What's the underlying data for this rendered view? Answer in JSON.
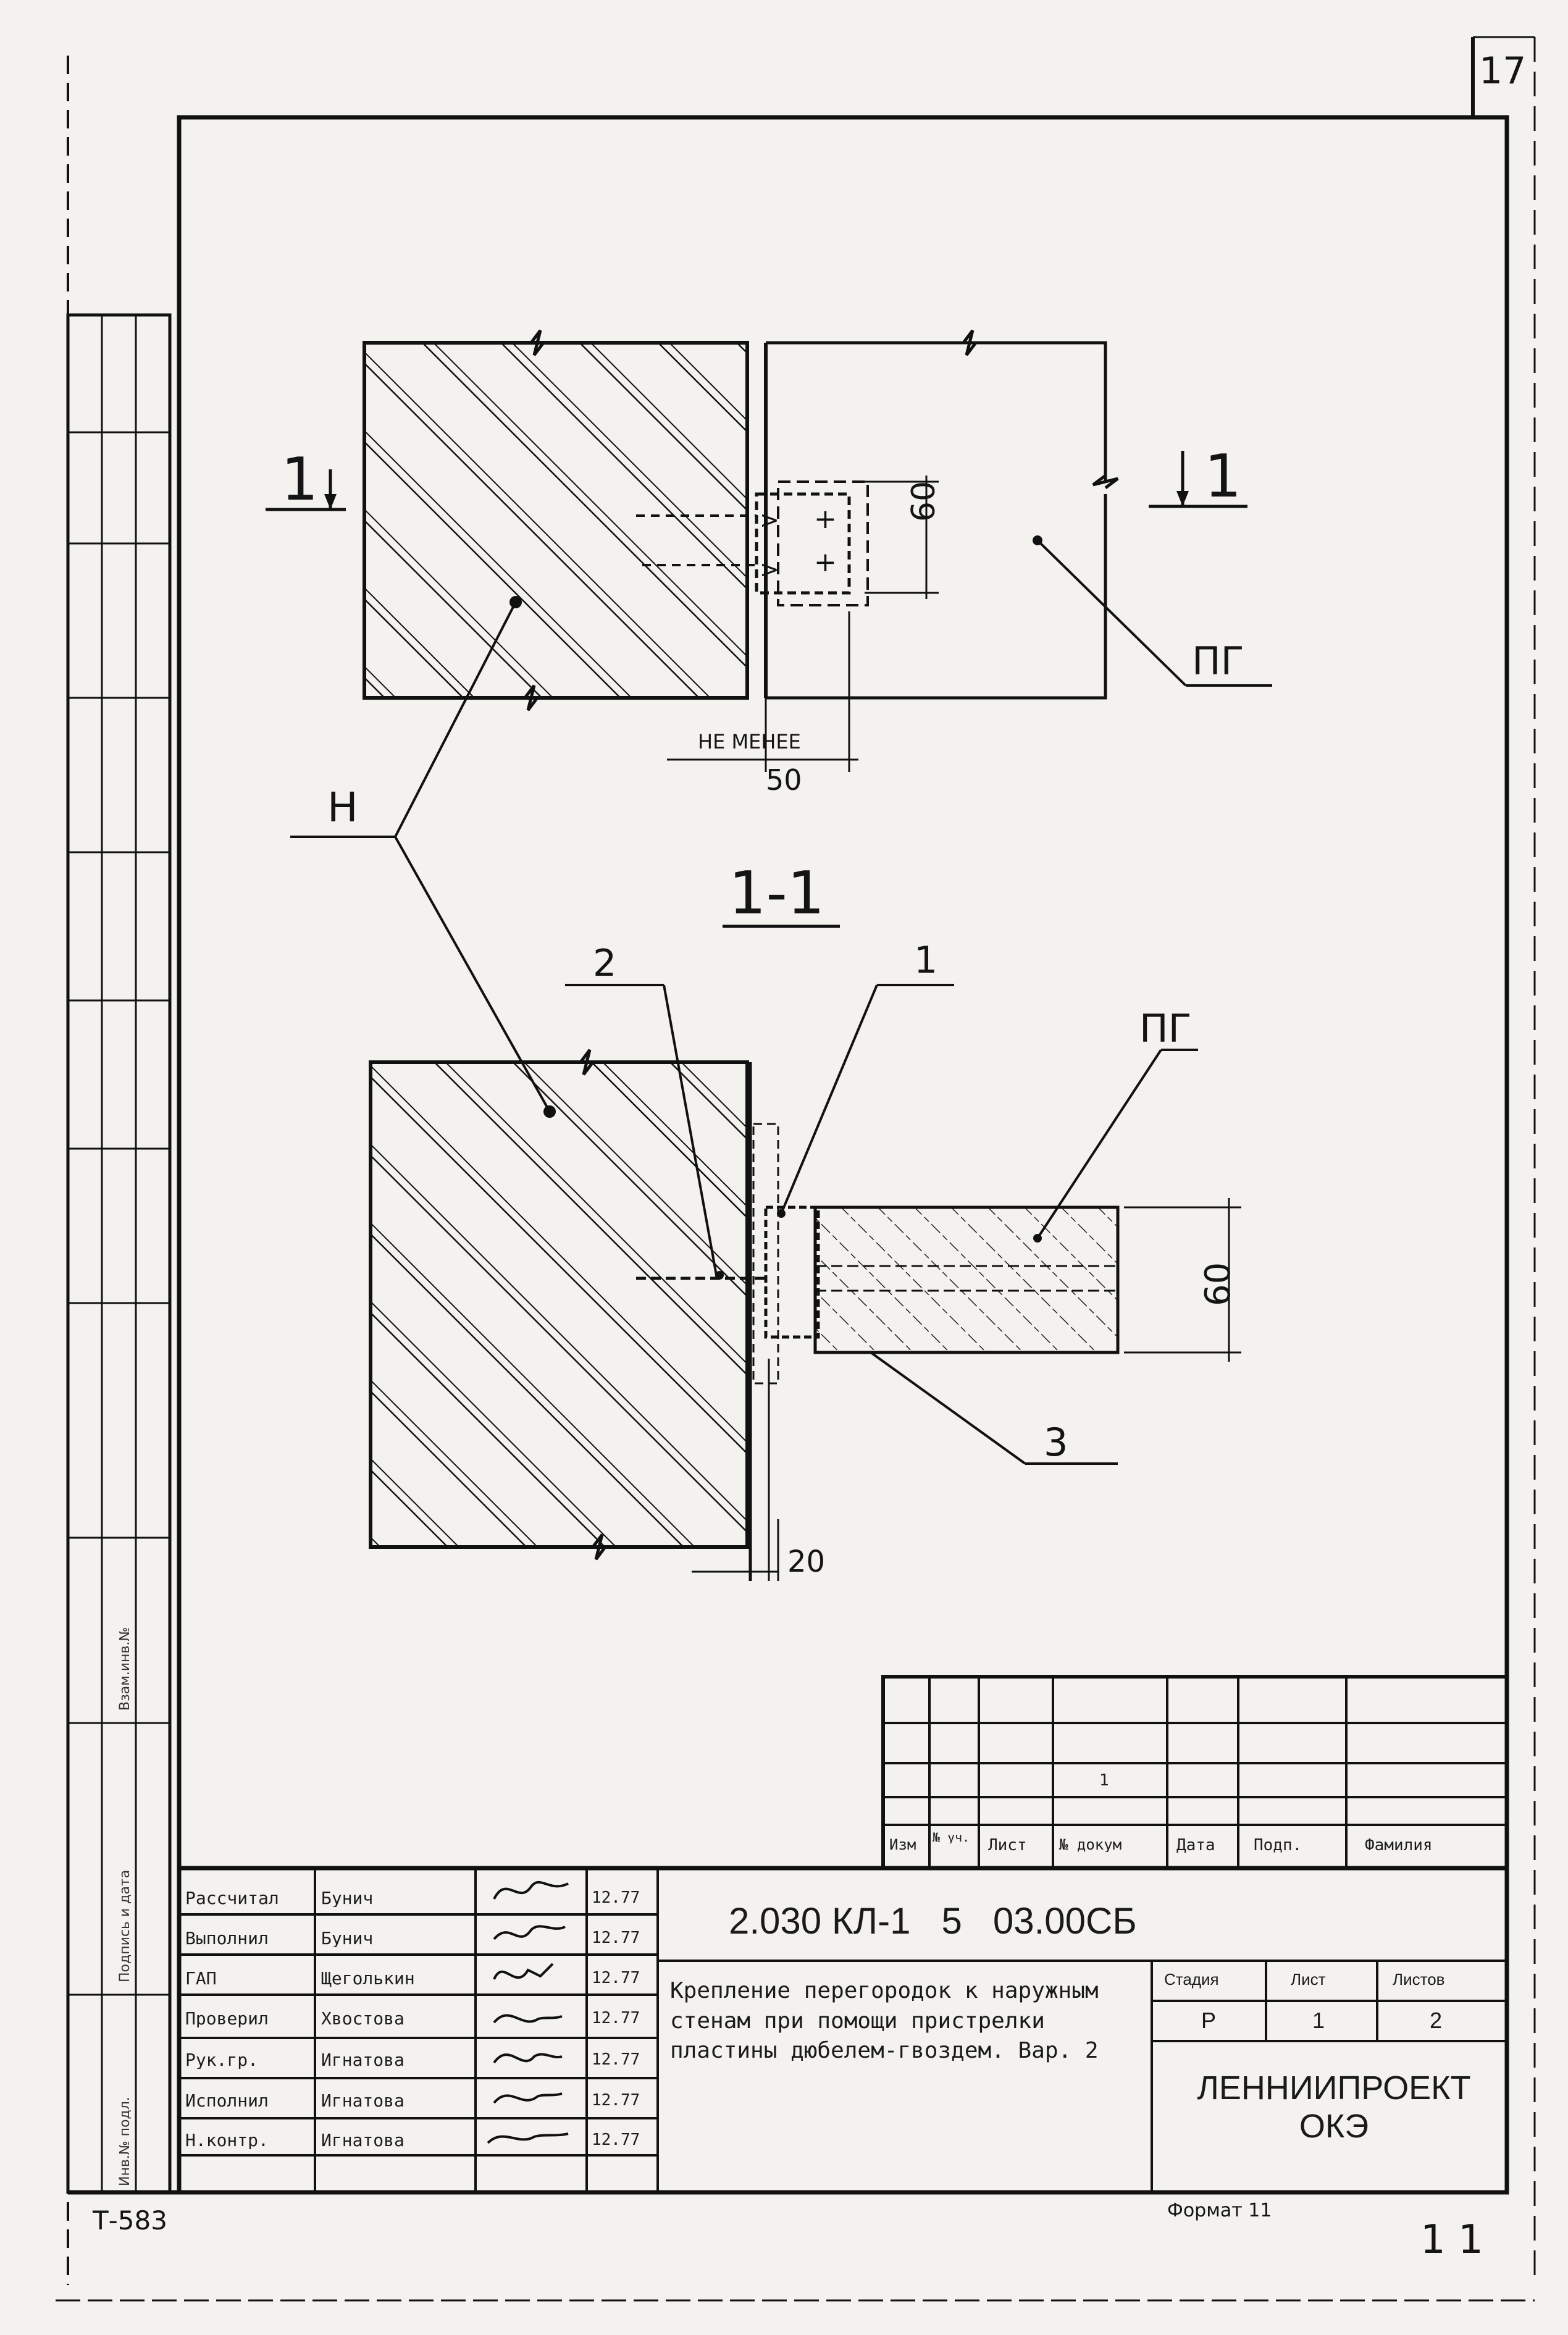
{
  "sheet_number": "17",
  "markers": {
    "section_mark_left": "1",
    "section_mark_right": "1",
    "section_title": "1-1",
    "leader_wall": "Н",
    "leader_panel_top": "ПГ",
    "leader_panel_bottom": "ПГ",
    "item_1": "1",
    "item_2": "2",
    "item_3": "3"
  },
  "dimensions": {
    "dim_60_top": "60",
    "dim_60_bottom": "60",
    "note_min": "НЕ МЕНЕЕ",
    "dim_50": "50",
    "dim_20": "20"
  },
  "side_strip": {
    "f1": "Взам.инв.№",
    "f2": "Подпись и дата",
    "f3": "Инв.№ подл."
  },
  "revisions_header": [
    "Изм",
    "№ уч.",
    "Лист",
    "№ докум",
    "Дата",
    "Подп.",
    "Фамилия"
  ],
  "revision_mark": "1",
  "signatures": {
    "roles": [
      "Рассчитал",
      "Выполнил",
      "ГАП",
      "Проверил",
      "Рук.гр.",
      "Исполнил",
      "Н.контр."
    ],
    "names": [
      "Бунич",
      "Бунич",
      "Щеголькин",
      "Хвостова",
      "Игнатова",
      "Игнатова",
      "Игнатова"
    ],
    "dates": [
      "12.77",
      "12.77",
      "12.77",
      "12.77",
      "12.77",
      "12.77",
      "12.77"
    ]
  },
  "title_block": {
    "doc_code": "2.030 КЛ-1   5   03.00СБ",
    "description": "Крепление перегородок к наружным стенам при помощи пристрелки пластины дюбелем-гвоздем. Вар. 2",
    "stage_label": "Стадия",
    "sheet_label": "Лист",
    "sheets_label": "Листов",
    "stage_value": "Р",
    "sheet_value": "1",
    "sheets_value": "2",
    "organization": "ЛЕННИИПРОЕКТ ОКЭ"
  },
  "footer": {
    "left_code": "Т-583",
    "format": "Формат 11",
    "corner_mark": "1 1"
  }
}
